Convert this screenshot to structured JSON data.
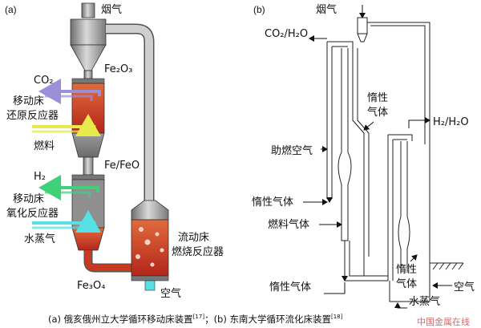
{
  "panel_a": {
    "tag": "(a)",
    "flue_gas": "烟气",
    "fe2o3": "Fe₂O₃",
    "co2": "CO₂",
    "reducer_line1": "移动床",
    "reducer_line2": "还原反应器",
    "fuel": "燃料",
    "fe_feo": "Fe/FeO",
    "h2": "H₂",
    "oxidizer_line1": "移动床",
    "oxidizer_line2": "氧化反应器",
    "steam": "水蒸气",
    "combustor_line1": "流动床",
    "combustor_line2": "燃烧反应器",
    "fe3o4": "Fe₃O₄",
    "air": "空气"
  },
  "panel_b": {
    "tag": "(b)",
    "flue_gas": "烟气",
    "co2_h2o": "CO₂/H₂O",
    "inert_gas_top_1": "惰性",
    "inert_gas_top_2": "气体",
    "h2_h2o": "H₂/H₂O",
    "combustion_air": "助燃空气",
    "inert_gas_left": "惰性气体",
    "fuel_gas": "燃料气体",
    "inert_gas_mid_1": "惰性",
    "inert_gas_mid_2": "气体",
    "inert_gas_bottom": "惰性气体",
    "air": "空气",
    "steam": "水蒸气"
  },
  "caption": {
    "part_a": "(a) 俄亥俄州立大学循环移动床装置",
    "ref_a": "[17]",
    "sep": "；",
    "part_b": "(b) 东南大学循环流化床装置",
    "ref_b": "[18]"
  },
  "watermark": "中国金属在线",
  "colors": {
    "red_solid": "#c8391f",
    "gray_steel": "#9a9a9a",
    "purple_co2": "#9b8fd8",
    "yellow_fuel": "#e6ea4a",
    "green_h2": "#3fd17a",
    "cyan_steam": "#56e0e6"
  }
}
